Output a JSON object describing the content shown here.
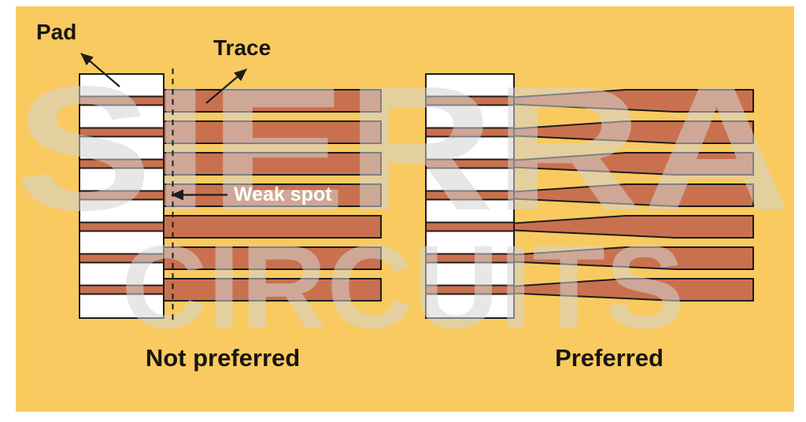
{
  "figure": {
    "title_semantic": "Trace-to-pad transition: abrupt width change vs tapered transition",
    "page_background": "#FFFFFF",
    "canvas_background": "#F9CA5F",
    "outline_color": "#1C1C1C"
  },
  "watermark": {
    "line1": "SIERRA",
    "line2": "CIRCUITS",
    "color": "#D3D3D3",
    "opacity": 0.55
  },
  "labels": {
    "pad": "Pad",
    "trace": "Trace",
    "weak_spot": "Weak spot",
    "weak_spot_text_color": "#FFFFFF",
    "annotation_ink": "#181512"
  },
  "diagram": {
    "pad_color": "#FFFFFF",
    "copper_color": "#C9714E",
    "pad_count": 8,
    "trace_count": 7,
    "panels": [
      {
        "id": "not-preferred",
        "caption": "Not preferred",
        "trace_style": "abrupt-width-change",
        "has_weak_spot": true,
        "has_dashed_reference_line": true
      },
      {
        "id": "preferred",
        "caption": "Preferred",
        "trace_style": "gradual-taper",
        "has_weak_spot": false,
        "has_dashed_reference_line": false
      }
    ]
  }
}
